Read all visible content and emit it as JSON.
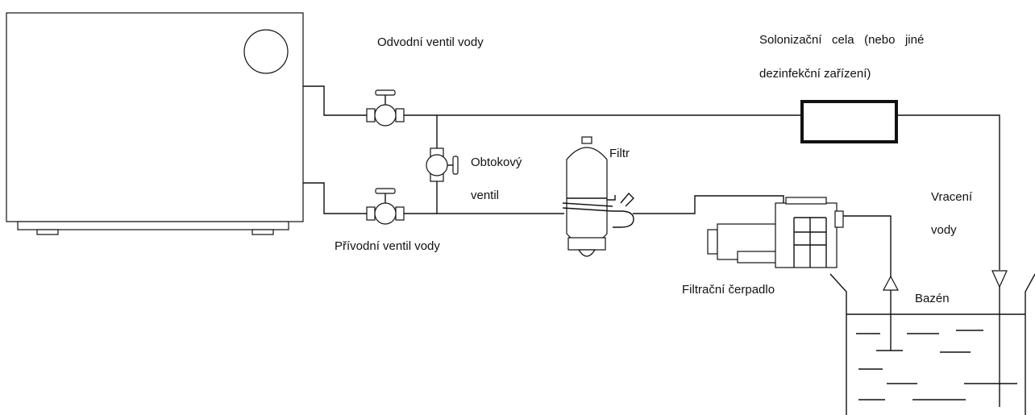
{
  "labels": {
    "outlet_valve": "Odvodní ventil vody",
    "inlet_valve": "Přívodní ventil vody",
    "bypass_valve_line1": "Obtokový",
    "bypass_valve_line2": "ventil",
    "filter": "Filtr",
    "pump": "Filtrační čerpadlo",
    "salt_cell_line1": "Solonizační   cela   (nebo   jiné",
    "salt_cell_line2": "dezinfekční zařízení)",
    "return_line1": "Vracení",
    "return_line2": "vody",
    "pool": "Bazén"
  }
}
